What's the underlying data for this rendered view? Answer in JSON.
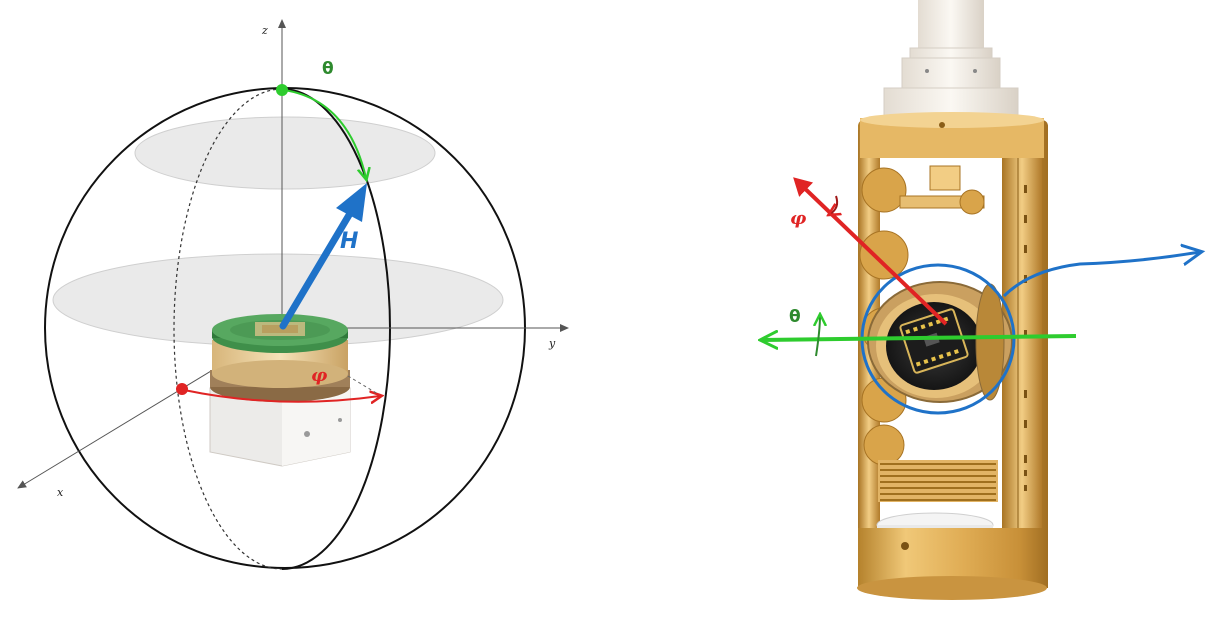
{
  "left_panel": {
    "axes": {
      "z": "z",
      "y": "y",
      "x": "x"
    },
    "theta_label": "θ",
    "phi_label": "φ",
    "field_label": "H"
  },
  "right_panel": {
    "theta_label": "θ",
    "phi_label": "φ"
  },
  "colors": {
    "theta": "#2ecc2e",
    "phi": "#e02424",
    "field": "#1f72c8",
    "gold": "#d9a94a"
  }
}
